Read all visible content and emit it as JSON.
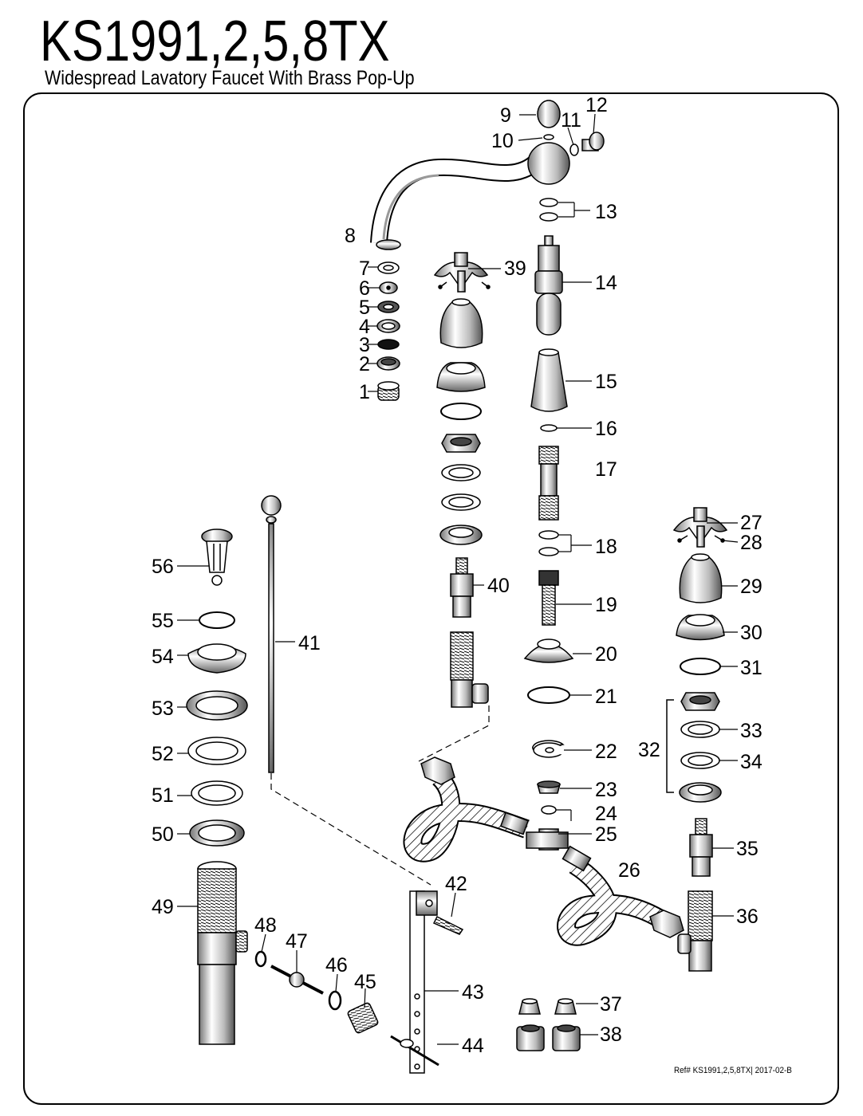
{
  "header": {
    "title": "KS1991,2,5,8TX",
    "subtitle": "Widespread Lavatory Faucet With Brass Pop-Up"
  },
  "footer": {
    "reference": "Ref# KS1991,2,5,8TX| 2017-02-B"
  },
  "part_numbers": [
    "1",
    "2",
    "3",
    "4",
    "5",
    "6",
    "7",
    "8",
    "9",
    "10",
    "11",
    "12",
    "13",
    "14",
    "15",
    "16",
    "17",
    "18",
    "19",
    "20",
    "21",
    "22",
    "23",
    "24",
    "25",
    "26",
    "27",
    "28",
    "29",
    "30",
    "31",
    "32",
    "33",
    "34",
    "35",
    "36",
    "37",
    "38",
    "39",
    "40",
    "41",
    "42",
    "43",
    "44",
    "45",
    "46",
    "47",
    "48",
    "49",
    "50",
    "51",
    "52",
    "53",
    "54",
    "55",
    "56"
  ]
}
